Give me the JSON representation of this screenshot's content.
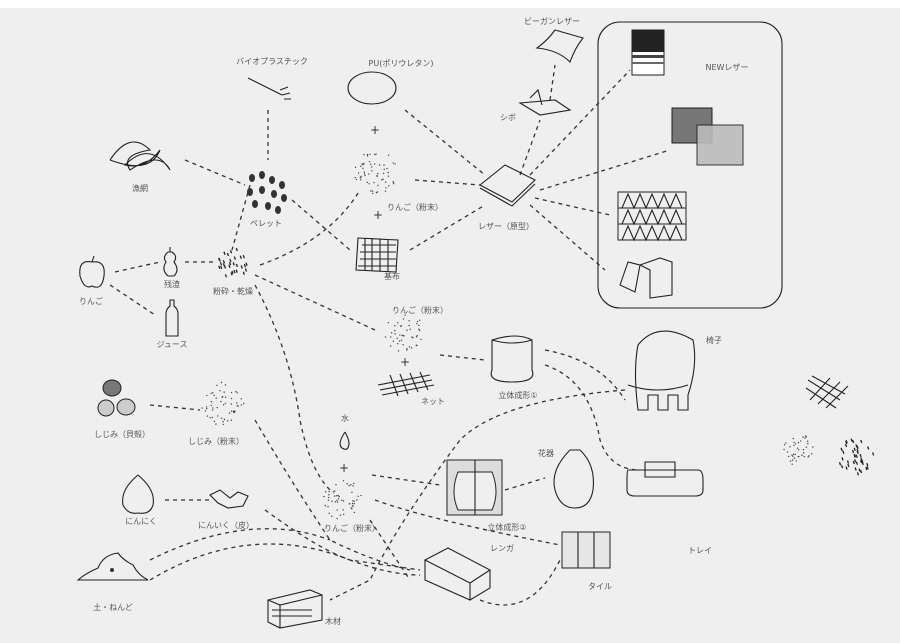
{
  "diagram": {
    "title_group": "NEWレザー",
    "labels": {
      "bioplastic": "バイオプラスチック",
      "pu": "PU(ポリウレタン)",
      "vegan_leather": "ビーガンレザー",
      "shibo": "シボ",
      "new_leather": "NEWレザー",
      "fishing_net": "漁網",
      "pellet": "ペレット",
      "apple_powder_1": "りんご（粉末）",
      "base_cloth": "基布",
      "leather_prototype": "レザー（原型）",
      "apple": "りんご",
      "residue": "残渣",
      "crush_dry": "粉砕・乾燥",
      "juice": "ジュース",
      "apple_powder_2": "りんご（粉末）",
      "net": "ネット",
      "molding_1": "立体成形①",
      "chair": "椅子",
      "clam_shell": "しじみ（貝殻）",
      "clam_powder": "しじみ（粉末）",
      "water": "水",
      "vase": "花器",
      "garlic": "にんにく",
      "garlic_skin": "にんいく（皮）",
      "apple_powder_3": "りんご（粉末）",
      "molding_2": "立体成形②",
      "tray": "トレイ",
      "soil_clay": "土・ねんど",
      "brick": "レンガ",
      "tile": "タイル",
      "wood": "木材"
    },
    "plus_sign": "+"
  }
}
